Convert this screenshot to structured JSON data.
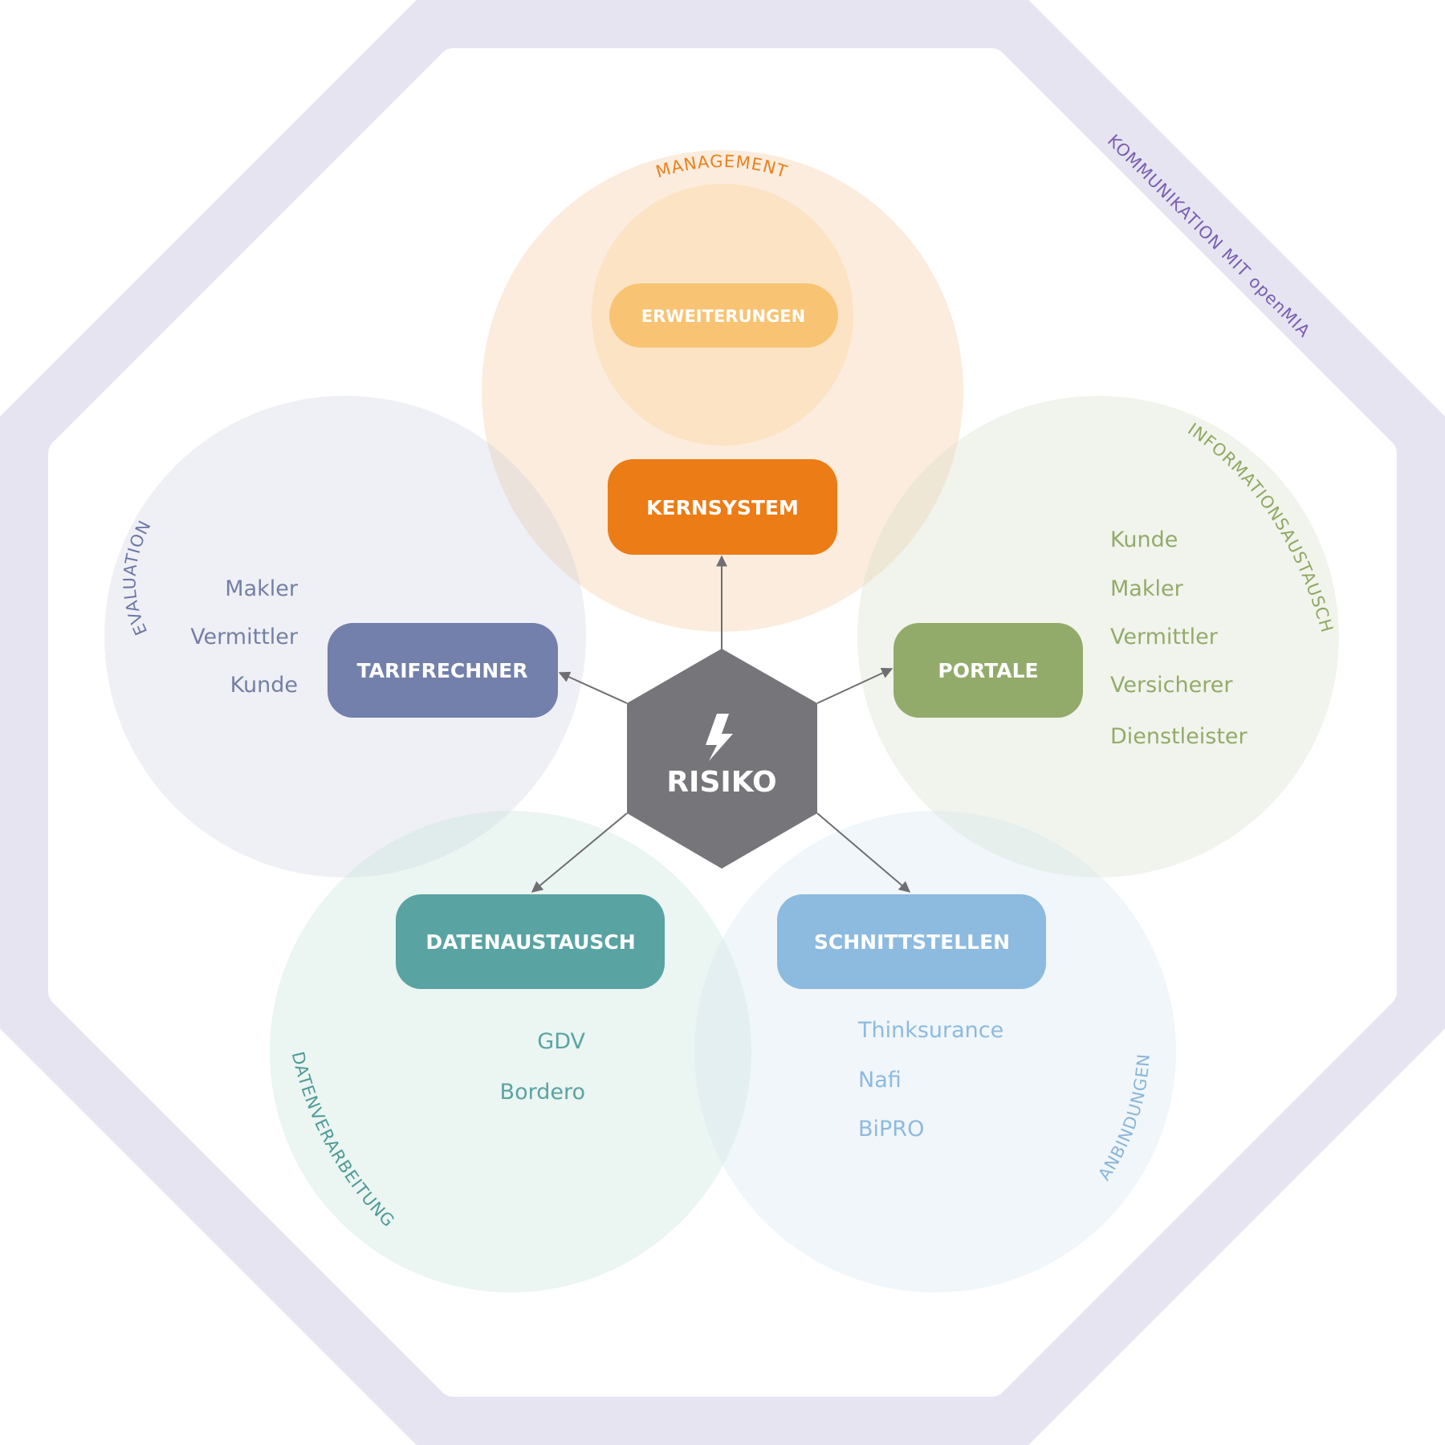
{
  "outer_label": "KOMMUNIKATION MIT openMIA",
  "center": {
    "label": "RISIKO",
    "icon": "lightning-bolt-icon"
  },
  "colors": {
    "frame": "#e6e4f1",
    "hexagon": "#76757a",
    "arrow": "#6e6e73",
    "core": "#ec7c16",
    "extension": "#f8c373",
    "tarif": "#7280ab",
    "portale": "#92ab6b",
    "daten": "#5aa3a3",
    "schnitt": "#8dbadf"
  },
  "modules": {
    "kernsystem": {
      "label": "KERNSYSTEM",
      "arc_label": "MANAGEMENT",
      "extension_label": "ERWEITERUNGEN"
    },
    "tarifrechner": {
      "label": "TARIFRECHNER",
      "arc_label": "EVALUATION",
      "items": [
        "Makler",
        "Vermittler",
        "Kunde"
      ]
    },
    "portale": {
      "label": "PORTALE",
      "arc_label": "INFORMATIONSAUSTAUSCH",
      "items": [
        "Kunde",
        "Makler",
        "Vermittler",
        "Versicherer",
        "Dienstleister"
      ]
    },
    "datenaustausch": {
      "label": "DATENAUSTAUSCH",
      "arc_label": "DATENVERARBEITUNG",
      "items": [
        "GDV",
        "Bordero"
      ]
    },
    "schnittstellen": {
      "label": "SCHNITTSTELLEN",
      "arc_label": "ANBINDUNGEN",
      "items": [
        "Thinksurance",
        "Nafi",
        "BiPRO"
      ]
    }
  }
}
